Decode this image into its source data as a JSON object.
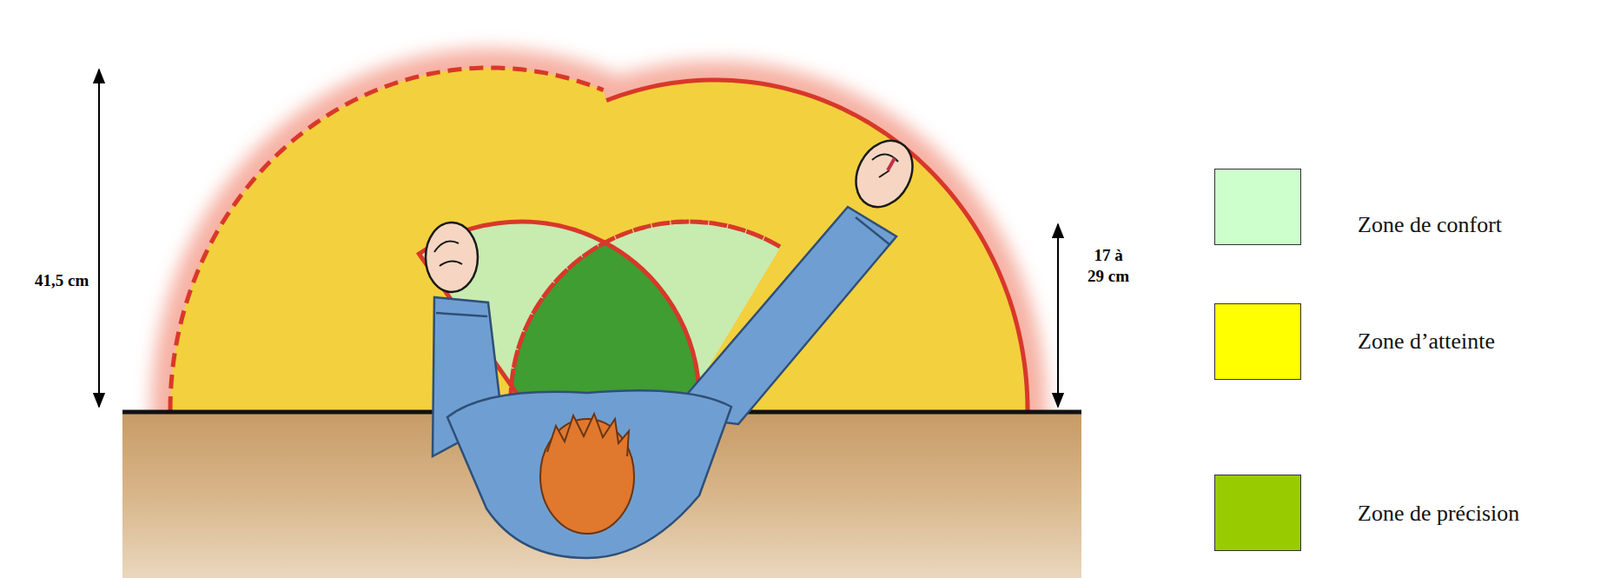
{
  "diagram": {
    "labels": [
      "41,5 cm",
      "17 à 29 cm"
    ],
    "legend": [
      {
        "text": "Zone de confort",
        "color": "#ccffcc"
      },
      {
        "text": "Zone d’atteinte",
        "color": "#ffff00"
      },
      {
        "text": "Zone de précision",
        "color": "#99cc00"
      }
    ]
  }
}
